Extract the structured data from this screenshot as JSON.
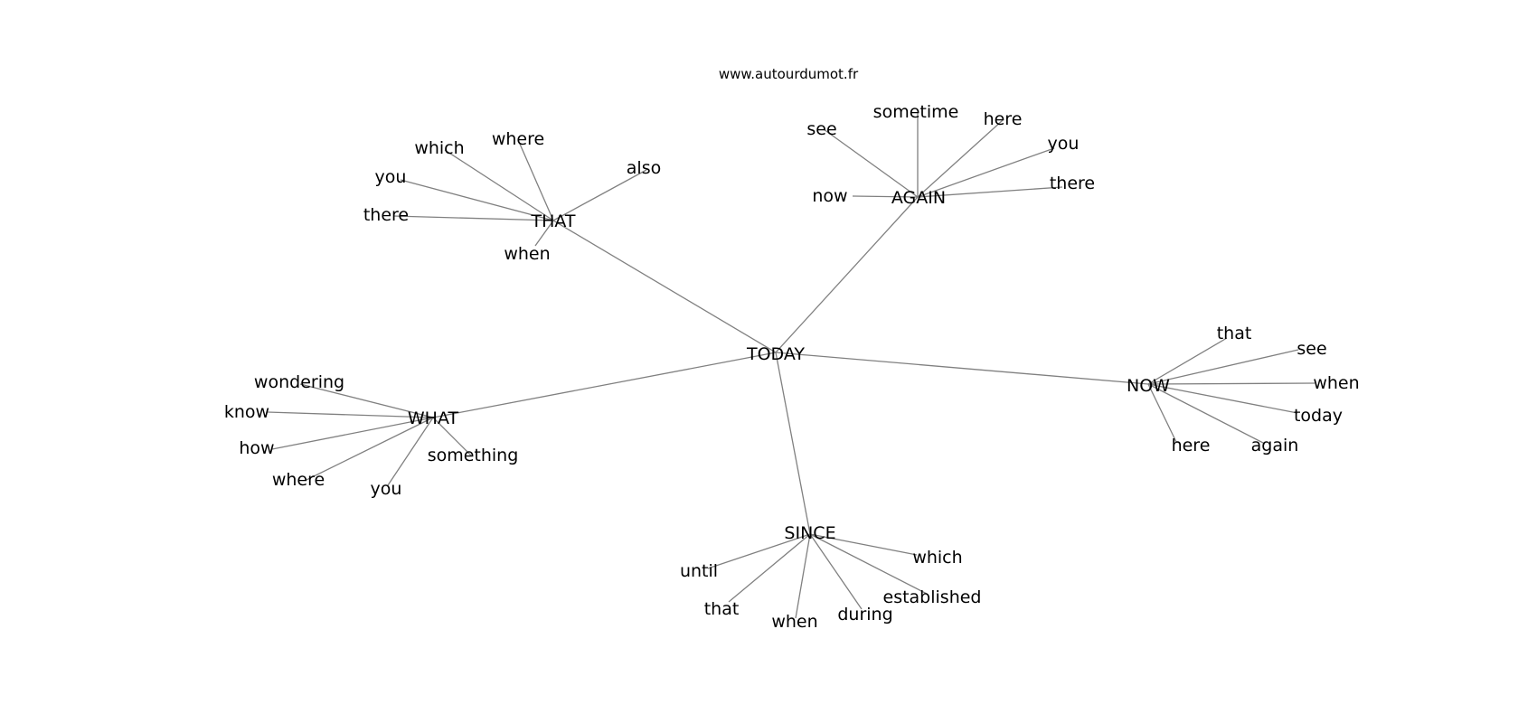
{
  "watermark": "www.autourdumot.fr",
  "colors": {
    "edge": "#808080",
    "text": "#000000",
    "background": "#ffffff"
  },
  "root": "TODAY",
  "groups": [
    {
      "hub": "THAT",
      "leaves": [
        "which",
        "where",
        "also",
        "you",
        "there",
        "when"
      ]
    },
    {
      "hub": "AGAIN",
      "leaves": [
        "see",
        "sometime",
        "here",
        "you",
        "there",
        "now"
      ]
    },
    {
      "hub": "WHAT",
      "leaves": [
        "wondering",
        "know",
        "how",
        "where",
        "you",
        "something"
      ]
    },
    {
      "hub": "NOW",
      "leaves": [
        "that",
        "see",
        "when",
        "today",
        "again",
        "here"
      ]
    },
    {
      "hub": "SINCE",
      "leaves": [
        "until",
        "that",
        "when",
        "during",
        "established",
        "which"
      ]
    }
  ]
}
